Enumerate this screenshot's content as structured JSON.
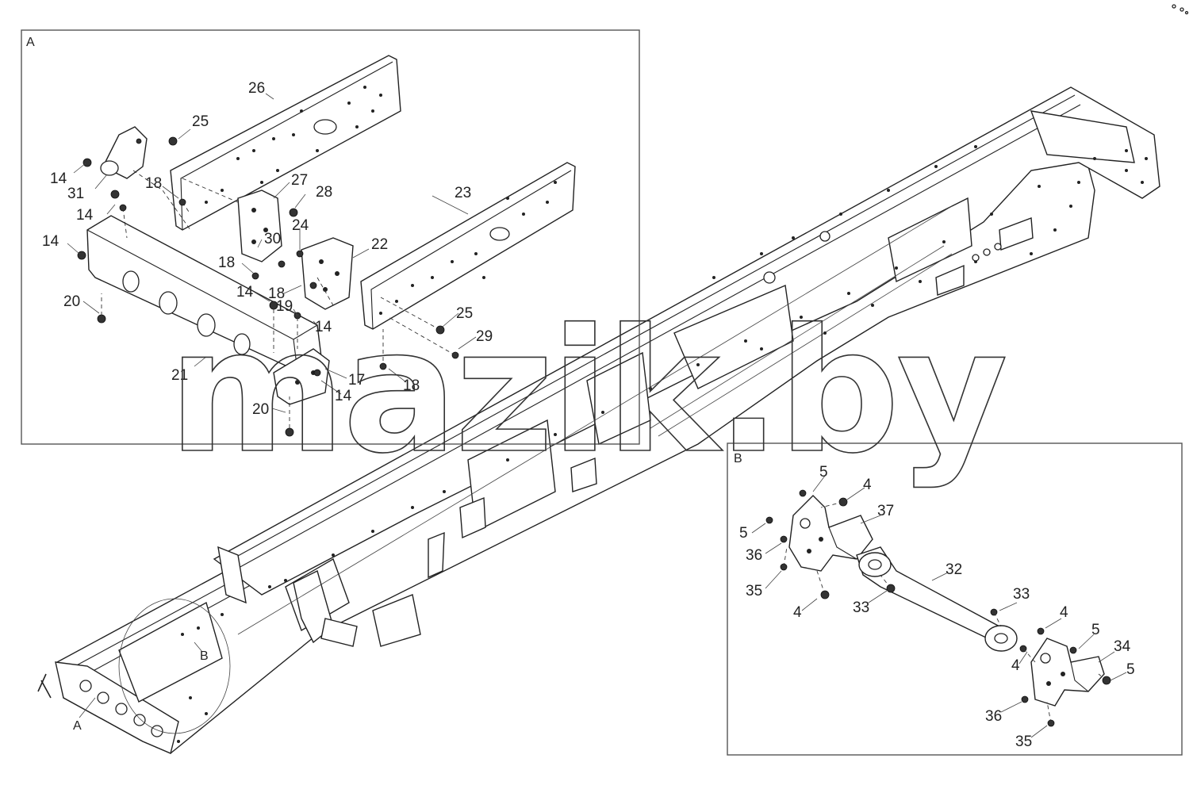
{
  "watermark": "mazik.by",
  "views": {
    "main": {
      "ref_a": "A",
      "ref_b": "B"
    },
    "detail_a": {
      "title": "A",
      "labels": [
        "26",
        "25",
        "14",
        "31",
        "18",
        "27",
        "28",
        "14",
        "23",
        "24",
        "14",
        "30",
        "22",
        "18",
        "20",
        "14",
        "18",
        "19",
        "14",
        "25",
        "29",
        "21",
        "17",
        "18",
        "14",
        "20"
      ]
    },
    "detail_b": {
      "title": "B",
      "labels": [
        "5",
        "4",
        "5",
        "37",
        "36",
        "35",
        "32",
        "4",
        "33",
        "33",
        "4",
        "5",
        "34",
        "4",
        "5",
        "36",
        "35"
      ]
    }
  }
}
